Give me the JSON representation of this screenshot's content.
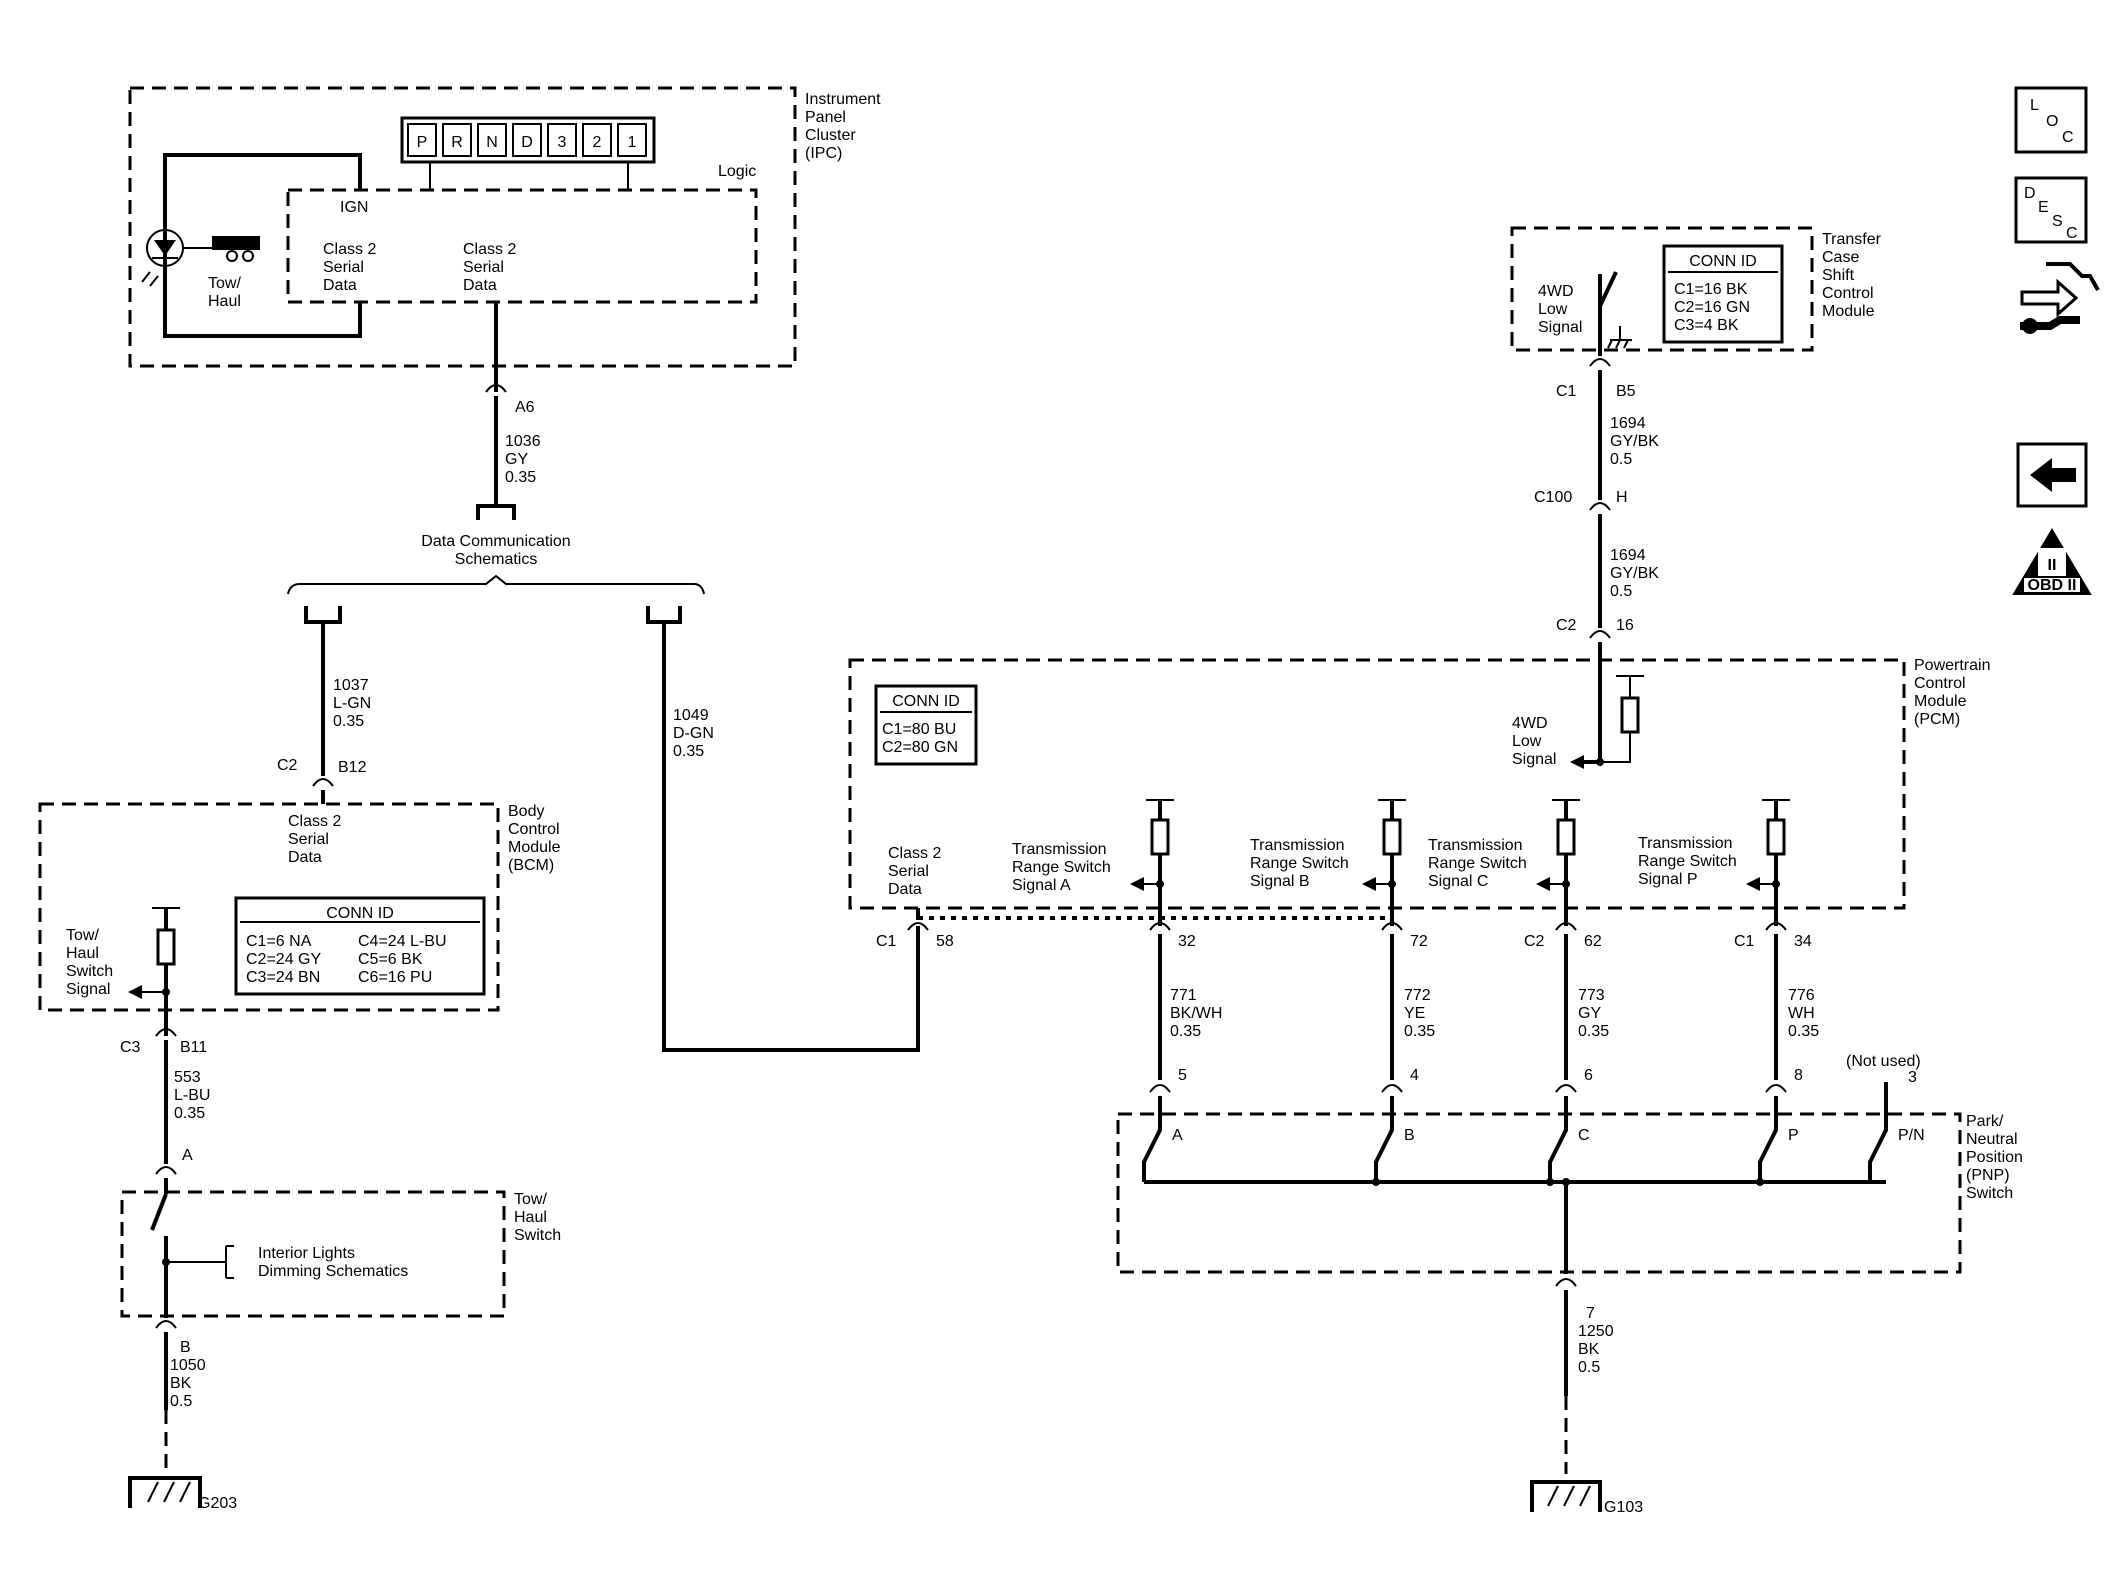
{
  "ipc": {
    "name_lines": [
      "Instrument",
      "Panel",
      "Cluster",
      "(IPC)"
    ],
    "logic": "Logic",
    "ign": "IGN",
    "gear_letters": [
      "P",
      "R",
      "N",
      "D",
      "3",
      "2",
      "1"
    ],
    "serial_left": [
      "Class 2",
      "Serial",
      "Data"
    ],
    "serial_right": [
      "Class 2",
      "Serial",
      "Data"
    ],
    "tow_haul": [
      "Tow/",
      "Haul"
    ]
  },
  "wire_1036": {
    "connector": "A6",
    "lines": [
      "1036",
      "GY",
      "0.35"
    ]
  },
  "dcs": {
    "lines": [
      "Data Communication",
      "Schematics"
    ]
  },
  "wire_1037": {
    "lines": [
      "1037",
      "L-GN",
      "0.35"
    ]
  },
  "wire_1049": {
    "lines": [
      "1049",
      "D-GN",
      "0.35"
    ]
  },
  "bcm": {
    "name_lines": [
      "Body",
      "Control",
      "Module",
      "(BCM)"
    ],
    "conn_c2": "C2",
    "pin_b12": "B12",
    "serial": [
      "Class 2",
      "Serial",
      "Data"
    ],
    "conn_title": "CONN ID",
    "conn_left": [
      "C1=6 NA",
      "C2=24 GY",
      "C3=24 BN"
    ],
    "conn_right": [
      "C4=24 L-BU",
      "C5=6 BK",
      "C6=16 PU"
    ],
    "tow_haul_signal": [
      "Tow/",
      "Haul",
      "Switch",
      "Signal"
    ],
    "conn_c3": "C3",
    "pin_b11": "B11"
  },
  "wire_553": {
    "lines": [
      "553",
      "L-BU",
      "0.35"
    ]
  },
  "tow_switch": {
    "pin_a": "A",
    "name_lines": [
      "Tow/",
      "Haul",
      "Switch"
    ],
    "interior": [
      "Interior Lights",
      "Dimming Schematics"
    ],
    "pin_b": "B"
  },
  "wire_1050": {
    "lines": [
      "1050",
      "BK",
      "0.5"
    ]
  },
  "ground_left": "G203",
  "tccm": {
    "name_lines": [
      "Transfer",
      "Case",
      "Shift",
      "Control",
      "Module"
    ],
    "signal": [
      "4WD",
      "Low",
      "Signal"
    ],
    "conn_title": "CONN ID",
    "conn_lines": [
      "C1=16 BK",
      "C2=16 GN",
      "C3=4 BK"
    ],
    "conn_c1": "C1",
    "pin_b5": "B5"
  },
  "wire_1694a": {
    "lines": [
      "1694",
      "GY/BK",
      "0.5"
    ]
  },
  "c100": {
    "conn": "C100",
    "pin": "H"
  },
  "wire_1694b": {
    "lines": [
      "1694",
      "GY/BK",
      "0.5"
    ]
  },
  "pcm": {
    "name_lines": [
      "Powertrain",
      "Control",
      "Module",
      "(PCM)"
    ],
    "conn_c2_top": "C2",
    "pin_16": "16",
    "conn_title": "CONN ID",
    "conn_lines": [
      "C1=80 BU",
      "C2=80 GN"
    ],
    "signal_4wd": [
      "4WD",
      "Low",
      "Signal"
    ],
    "serial": [
      "Class 2",
      "Serial",
      "Data"
    ],
    "trs_a": [
      "Transmission",
      "Range Switch",
      "Signal A"
    ],
    "trs_b": [
      "Transmission",
      "Range Switch",
      "Signal B"
    ],
    "trs_c": [
      "Transmission",
      "Range Switch",
      "Signal C"
    ],
    "trs_p": [
      "Transmission",
      "Range Switch",
      "Signal P"
    ],
    "conn_c1_left": "C1",
    "pin_58": "58",
    "pin_32": "32",
    "pin_72": "72",
    "conn_c2_bottom": "C2",
    "pin_62": "62",
    "conn_c1_right": "C1",
    "pin_34": "34"
  },
  "wire_771": {
    "lines": [
      "771",
      "BK/WH",
      "0.35"
    ]
  },
  "wire_772": {
    "lines": [
      "772",
      "YE",
      "0.35"
    ]
  },
  "wire_773": {
    "lines": [
      "773",
      "GY",
      "0.35"
    ]
  },
  "wire_776": {
    "lines": [
      "776",
      "WH",
      "0.35"
    ]
  },
  "pnp": {
    "name_lines": [
      "Park/",
      "Neutral",
      "Position",
      "(PNP)",
      "Switch"
    ],
    "not_used": "(Not used)",
    "pins": [
      "5",
      "4",
      "6",
      "8",
      "3"
    ],
    "contacts": [
      "A",
      "B",
      "C",
      "P",
      "P/N"
    ],
    "pin_7": "7"
  },
  "wire_1250": {
    "lines": [
      "1250",
      "BK",
      "0.5"
    ]
  },
  "ground_right": "G103",
  "nav": {
    "loc": [
      "L",
      "O",
      "C"
    ],
    "desc": [
      "D",
      "E",
      "S",
      "C"
    ],
    "obd_numeral": "II",
    "obd_text": "OBD II"
  }
}
